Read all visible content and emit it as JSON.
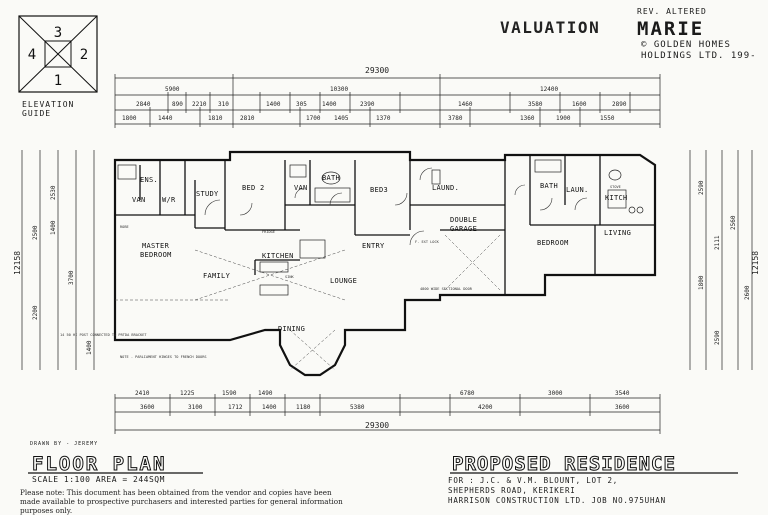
{
  "elevation_guide": {
    "numbers": [
      "3",
      "4",
      "2",
      "1"
    ],
    "label_line1": "ELEVATION",
    "label_line2": "GUIDE"
  },
  "header": {
    "valuation": "VALUATION",
    "rev_note": "REV. ALTERED",
    "design_name": "MARIE",
    "builder_line1": "© GOLDEN HOMES",
    "builder_line2": "HOLDINGS LTD. 199-"
  },
  "overall_dimensions": {
    "top_total": "29300",
    "bottom_total": "29300",
    "left_total": "12158",
    "right_total": "12158"
  },
  "top_dims": {
    "row1": [
      "5900",
      "10300",
      "12400"
    ],
    "row2": [
      "2840",
      "890",
      "2210",
      "310",
      "1400",
      "305",
      "1400",
      "2390",
      "1460",
      "3580",
      "1600",
      "2890"
    ],
    "row3": [
      "1800",
      "1440",
      "1810",
      "2810",
      "1700",
      "1405",
      "1370",
      "3780",
      "1360",
      "1900",
      "1550"
    ]
  },
  "bottom_dims": {
    "row1": [
      "2410",
      "1225",
      "1590",
      "1490",
      "6780",
      "3000",
      "3540"
    ],
    "row2": [
      "3600",
      "3100",
      "1712",
      "1400",
      "1180",
      "5380",
      "4200",
      "3600"
    ]
  },
  "left_dims": [
    "2530",
    "1400",
    "2500",
    "3700",
    "2200",
    "1400"
  ],
  "right_dims": [
    "2590",
    "2111",
    "2560",
    "1800",
    "2600",
    "2590"
  ],
  "rooms": {
    "ens": "ENS.",
    "van_left": "VAN",
    "wr": "W/R",
    "study": "STUDY",
    "bed2": "BED 2",
    "van_mid": "VAN",
    "bath": "BATH",
    "bed3": "BED3",
    "laund": "LAUND.",
    "bath_right": "BATH",
    "laundry_right": "LAUN.",
    "stove": "STOVE",
    "kitch_right": "KITCH",
    "master_bedroom_1": "MASTER",
    "master_bedroom_2": "BEDROOM",
    "family": "FAMILY",
    "kitchen": "KITCHEN",
    "lounge": "LOUNGE",
    "entry": "ENTRY",
    "double_garage_1": "DOUBLE",
    "double_garage_2": "GARAGE",
    "bedroom_right": "BEDROOM",
    "living": "LIVING",
    "dining": "DINING"
  },
  "notes": {
    "robe": "ROBE",
    "french": "NOTE - PARLIAMENT HINGES TO FRENCH DOORS",
    "garage_door": "4800 WIDE SECTIONAL DOOR",
    "post": "14 50 HI POST CONNECTED TO PRTDA BRACKET",
    "fridge": "FRIDGE",
    "sink": "SINK",
    "ft_lock": "F. EXT LOCK"
  },
  "footer": {
    "drawn_by": "DRAWN BY - JEREMY",
    "floor_plan": "FLOOR PLAN",
    "scale": "SCALE 1:100   AREA = 244sqM",
    "proposed": "PROPOSED RESIDENCE",
    "for_line": "FOR : J.C. & V.M. BLOUNT, LOT 2,",
    "road_line": "SHEPHERDS ROAD, KERIKERI",
    "harrison_line": "HARRISON CONSTRUCTION LTD. JOB No.975uhan",
    "notice": "Please note: This document has been obtained from the vendor and copies have been made available to prospective purchasers and interested parties for general information purposes only."
  },
  "colors": {
    "ink": "#1a1a1a",
    "paper": "#fafaf7"
  }
}
